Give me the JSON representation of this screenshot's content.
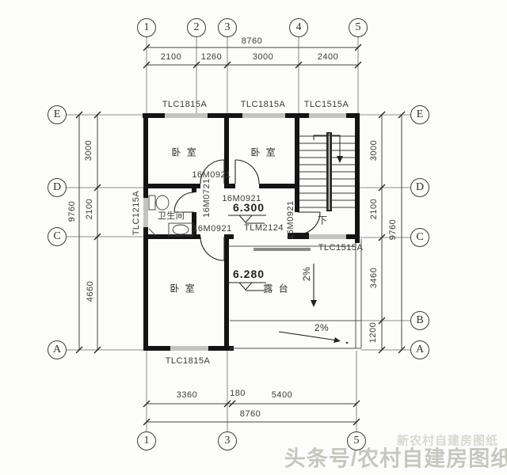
{
  "axes": {
    "top": [
      "1",
      "2",
      "3",
      "4",
      "5"
    ],
    "bottom": [
      "1",
      "3",
      "5"
    ],
    "left": [
      "E",
      "D",
      "C",
      "A"
    ],
    "right": [
      "E",
      "D",
      "C",
      "B",
      "A"
    ]
  },
  "dims": {
    "top_total": "8760",
    "top_segments": [
      "2100",
      "1260",
      "3000",
      "2400"
    ],
    "bottom_segments": [
      "3360",
      "180",
      "5400"
    ],
    "bottom_total": "8760",
    "left_total": "9760",
    "left_segments": [
      "3000",
      "2100",
      "4660"
    ],
    "right_segments": [
      "3000",
      "2100",
      "3460",
      "1200"
    ],
    "right_total": "9760"
  },
  "windows": {
    "top": [
      "TLC1815A",
      "TLC1815A",
      "TLC1515A"
    ],
    "bottom": "TLC1815A",
    "left": "TLC1215A",
    "middle": "TLC1515A"
  },
  "doors": {
    "bedroom1": "16M0921",
    "bedroom2": "16M0921",
    "bedroom3": "16M0921",
    "stair": "16M0921",
    "bathroom": "16M0721",
    "terrace": "TLM2124"
  },
  "rooms": {
    "bedroom": "卧 室",
    "bathroom": "卫生间",
    "terrace": "露 台",
    "stair_down": "下"
  },
  "elevations": {
    "hall": "6.300",
    "terrace": "6.280"
  },
  "slopes": {
    "terrace": "2%",
    "gutter": "2%"
  },
  "watermark": {
    "main": "头条号/农村自建房图纸",
    "faint": "新农村自建房图纸"
  }
}
